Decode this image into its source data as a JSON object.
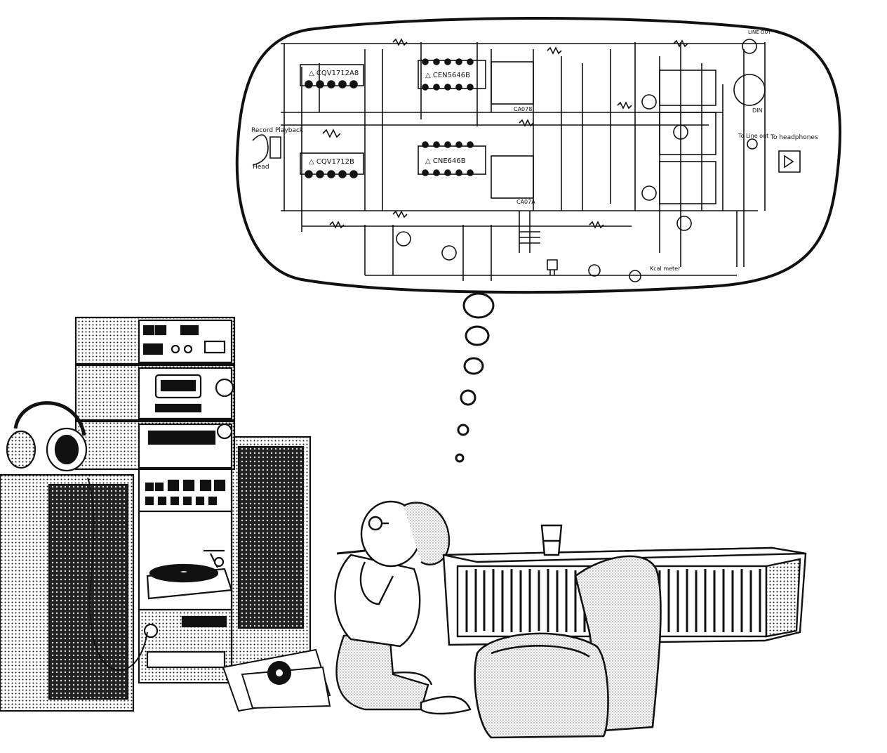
{
  "schematic": {
    "labels": {
      "line_out_top": "LINE OUT",
      "record_playback": "Record Playback",
      "head": "Head",
      "ic1": "△ CQV1712A8",
      "ic2": "△ CEN5646B",
      "ic3": "△ CQV1712B",
      "ic4": "△ CNE646B",
      "ca078": "CA078",
      "ca07a": "CA07A",
      "din": "DIN",
      "to_line_out": "To Line out",
      "to_headphones": "To headphones",
      "kcal_meter": "Kcal meter"
    }
  },
  "colors": {
    "ink": "#111111",
    "paper": "#ffffff"
  }
}
